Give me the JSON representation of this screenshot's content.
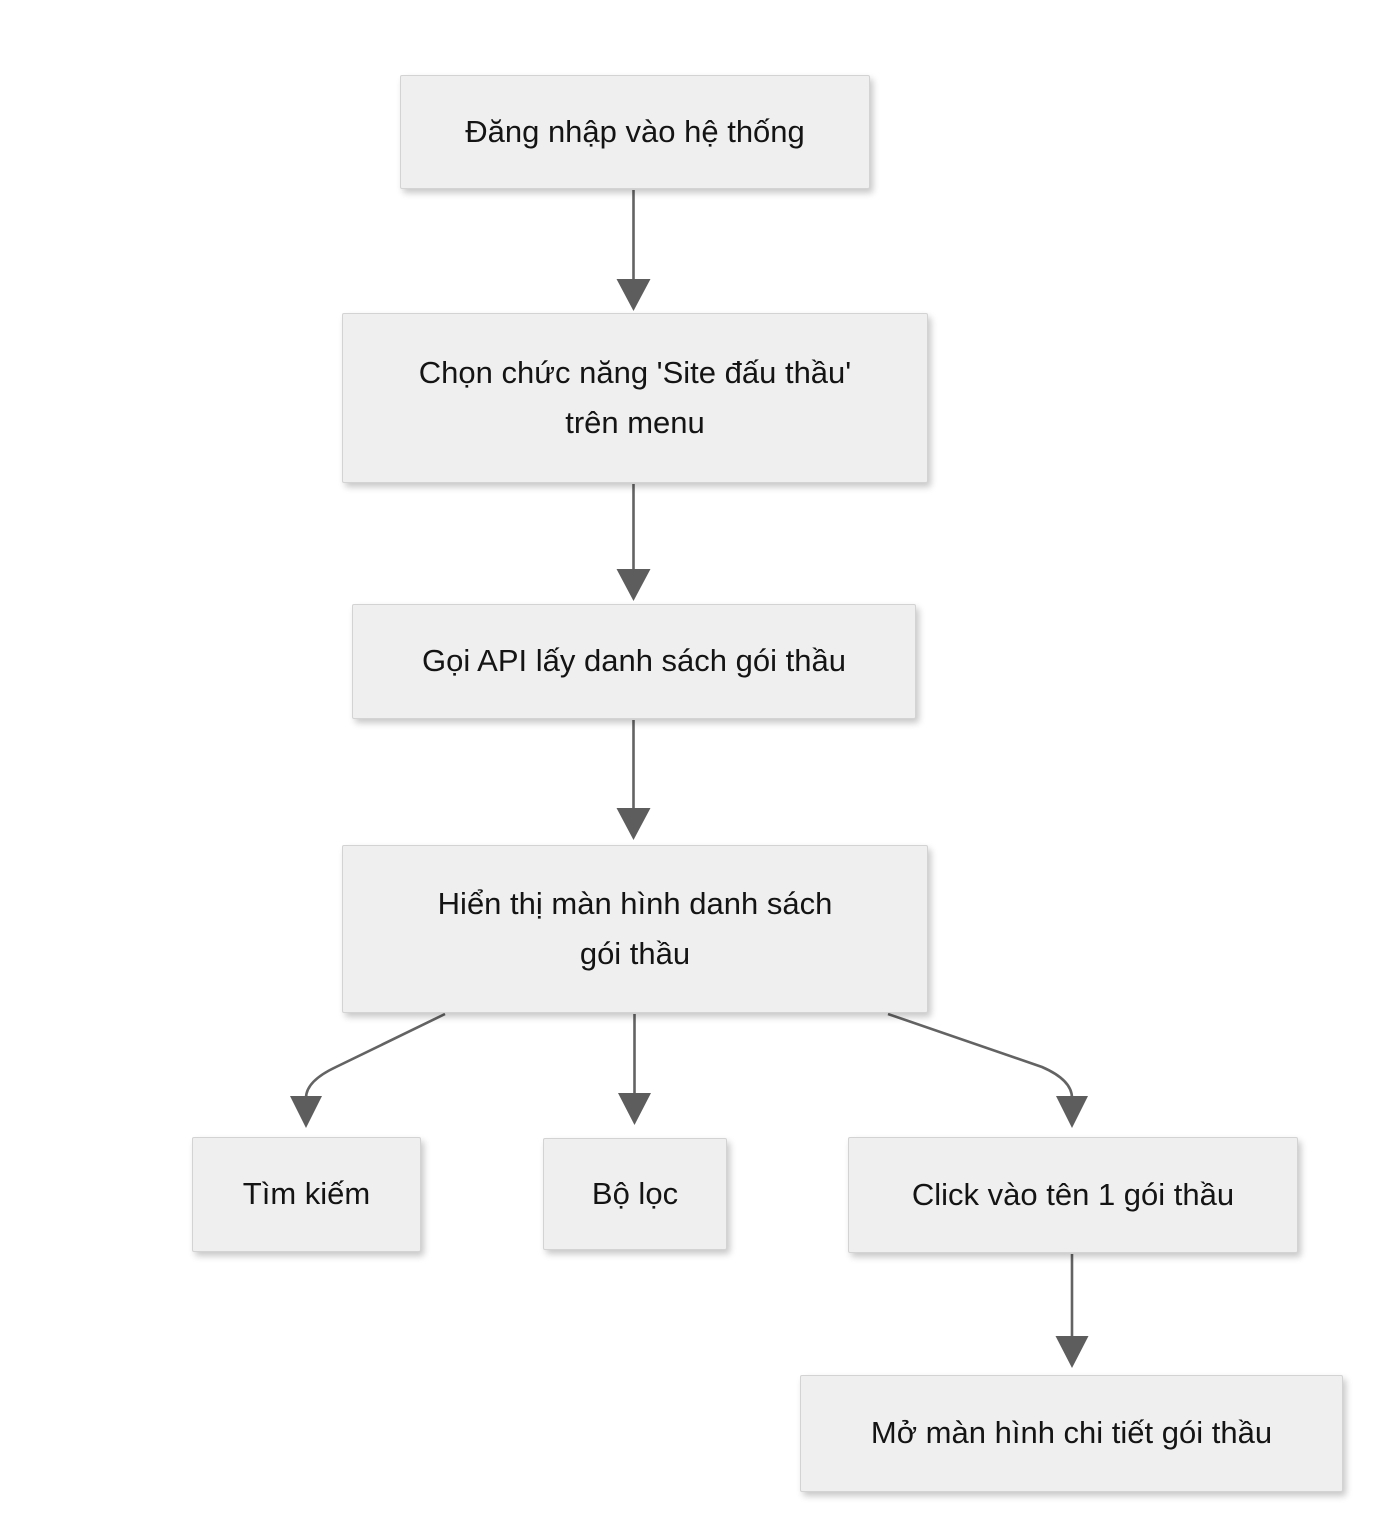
{
  "diagram": {
    "type": "flowchart",
    "direction": "top-down",
    "background_color": "#ffffff",
    "node_fill": "#efefef",
    "node_border": "#d3d3d3",
    "arrow_color": "#5d5d5d",
    "text_color": "#141414",
    "nodes": [
      {
        "id": "login",
        "label": "Đăng nhập vào hệ thống"
      },
      {
        "id": "select-menu",
        "label": "Chọn chức năng 'Site đấu thầu'\ntrên menu"
      },
      {
        "id": "call-api",
        "label": "Gọi API lấy danh sách gói thầu"
      },
      {
        "id": "show-list",
        "label": "Hiển thị màn hình danh sách\ngói thầu"
      },
      {
        "id": "search",
        "label": "Tìm kiếm"
      },
      {
        "id": "filter",
        "label": "Bộ lọc"
      },
      {
        "id": "click-name",
        "label": "Click vào tên 1 gói thầu"
      },
      {
        "id": "open-detail",
        "label": "Mở màn hình chi tiết gói thầu"
      }
    ],
    "edges": [
      {
        "from": "login",
        "to": "select-menu"
      },
      {
        "from": "select-menu",
        "to": "call-api"
      },
      {
        "from": "call-api",
        "to": "show-list"
      },
      {
        "from": "show-list",
        "to": "search"
      },
      {
        "from": "show-list",
        "to": "filter"
      },
      {
        "from": "show-list",
        "to": "click-name"
      },
      {
        "from": "click-name",
        "to": "open-detail"
      }
    ]
  }
}
